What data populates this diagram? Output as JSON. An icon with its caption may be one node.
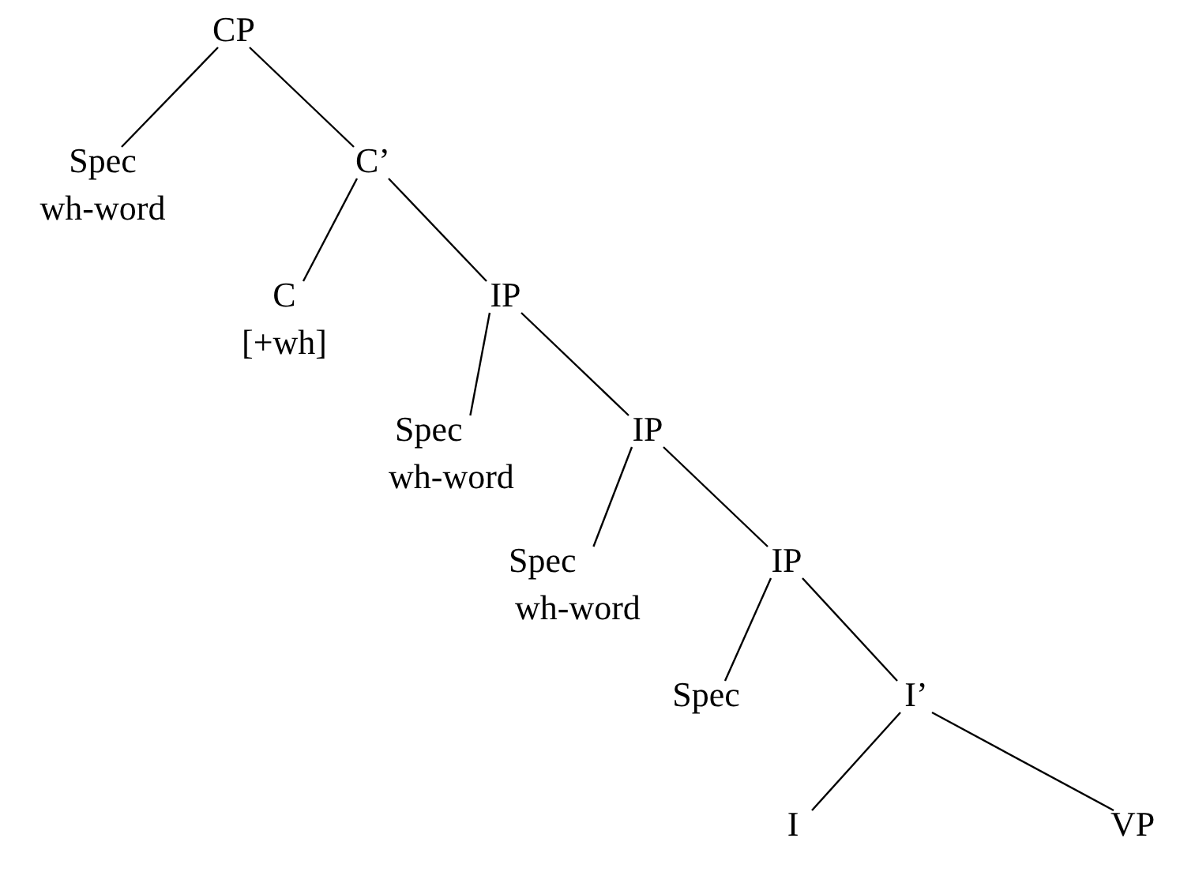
{
  "diagram": {
    "nodes": [
      {
        "text": [
          "CP"
        ]
      },
      {
        "text": [
          "Spec",
          "wh-word"
        ]
      },
      {
        "text": [
          "C’"
        ]
      },
      {
        "text": [
          "C",
          "[+wh]"
        ]
      },
      {
        "text": [
          "IP"
        ]
      },
      {
        "text": [
          "Spec",
          "wh-word"
        ]
      },
      {
        "text": [
          "IP"
        ]
      },
      {
        "text": [
          "Spec",
          "wh-word"
        ]
      },
      {
        "text": [
          "IP"
        ]
      },
      {
        "text": [
          "Spec"
        ]
      },
      {
        "text": [
          "I’"
        ]
      },
      {
        "text": [
          "I"
        ]
      },
      {
        "text": [
          "VP"
        ]
      }
    ],
    "edges": [
      {
        "from": 0,
        "to": 1,
        "arrow": "none"
      },
      {
        "from": 0,
        "to": 2,
        "arrow": "none"
      },
      {
        "from": 2,
        "to": 3,
        "arrow": "none"
      },
      {
        "from": 2,
        "to": 4,
        "arrow": "none"
      },
      {
        "from": 4,
        "to": 5,
        "arrow": "none"
      },
      {
        "from": 4,
        "to": 6,
        "arrow": "none"
      },
      {
        "from": 6,
        "to": 7,
        "arrow": "none"
      },
      {
        "from": 6,
        "to": 8,
        "arrow": "none"
      },
      {
        "from": 8,
        "to": 9,
        "arrow": "none"
      },
      {
        "from": 8,
        "to": 10,
        "arrow": "none"
      },
      {
        "from": 10,
        "to": 11,
        "arrow": "none"
      },
      {
        "from": 10,
        "to": 12,
        "arrow": "none"
      }
    ]
  }
}
